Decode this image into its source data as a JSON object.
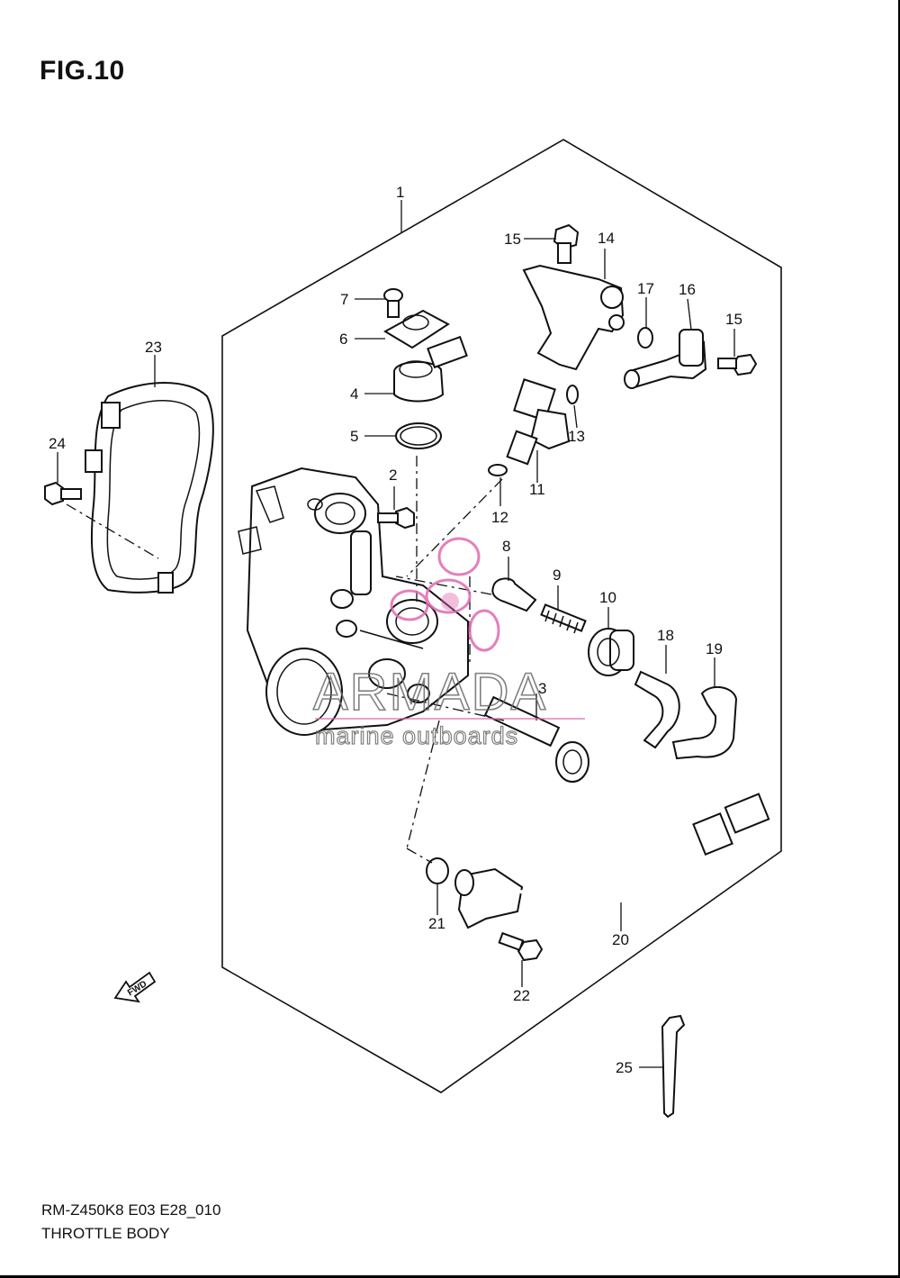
{
  "figure": {
    "title": "FIG.10",
    "code": "RM-Z450K8 E03 E28_010",
    "name": "THROTTLE BODY"
  },
  "callouts": [
    "1",
    "2",
    "3",
    "4",
    "5",
    "6",
    "7",
    "8",
    "9",
    "10",
    "11",
    "12",
    "13",
    "14",
    "15",
    "15",
    "16",
    "17",
    "18",
    "19",
    "20",
    "21",
    "22",
    "23",
    "24",
    "25"
  ],
  "fwd_label": "FWD",
  "watermark": {
    "brand": "ARMADA",
    "tagline": "marine outboards",
    "color_pink": "#e06ab0",
    "color_gray": "#6a6a6a"
  }
}
